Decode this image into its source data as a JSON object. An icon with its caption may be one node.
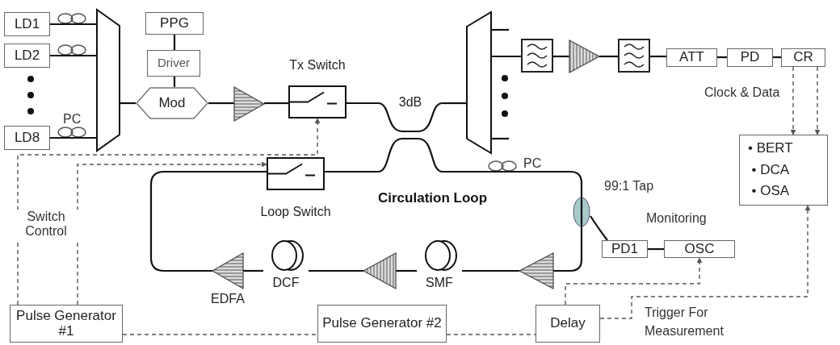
{
  "diagram": {
    "nodes": [
      {
        "text": [
          "LD1"
        ]
      },
      {
        "text": [
          "LD2"
        ]
      },
      {
        "text": [
          "LD8"
        ]
      },
      {
        "text": [],
        "shape": "trapezoid"
      },
      {
        "text": [
          "PPG"
        ]
      },
      {
        "text": [
          "Driver"
        ]
      },
      {
        "text": [
          "Mod"
        ]
      },
      {
        "text": [],
        "shape": "triangle"
      },
      {
        "text": [
          "Tx Switch"
        ]
      },
      {
        "text": [
          "3dB"
        ]
      },
      {
        "text": [],
        "shape": "trapezoid"
      },
      {
        "text": [],
        "shape": "box"
      },
      {
        "text": [],
        "shape": "triangle"
      },
      {
        "text": [],
        "shape": "box"
      },
      {
        "text": [
          "ATT"
        ]
      },
      {
        "text": [
          "PD"
        ]
      },
      {
        "text": [
          "CR"
        ]
      },
      {
        "text": [
          "• BERT",
          "• DCA",
          "• OSA"
        ]
      },
      {
        "text": [
          "Loop Switch"
        ]
      },
      {
        "text": [],
        "shape": "ellipse",
        "beside": [
          "99:1 Tap"
        ]
      },
      {
        "text": [
          "PD1"
        ]
      },
      {
        "text": [
          "OSC"
        ]
      },
      {
        "text": [
          "EDFA"
        ]
      },
      {
        "text": [
          "DCF"
        ]
      },
      {
        "text": [],
        "shape": "triangle"
      },
      {
        "text": [
          "SMF"
        ]
      },
      {
        "text": [],
        "shape": "triangle"
      },
      {
        "text": [
          "Pulse Generator #1"
        ]
      },
      {
        "text": [
          "Pulse Generator #2"
        ]
      },
      {
        "text": [
          "Delay"
        ]
      }
    ],
    "edges": [
      {
        "from": 0,
        "to": 3,
        "arrow": "none"
      },
      {
        "from": 1,
        "to": 3,
        "arrow": "none"
      },
      {
        "from": 2,
        "to": 3,
        "arrow": "none"
      },
      {
        "from": 3,
        "to": 6,
        "arrow": "none"
      },
      {
        "from": 4,
        "to": 5,
        "arrow": "none"
      },
      {
        "from": 5,
        "to": 6,
        "arrow": "none"
      },
      {
        "from": 6,
        "to": 7,
        "arrow": "none"
      },
      {
        "from": 7,
        "to": 8,
        "arrow": "none"
      },
      {
        "from": 8,
        "to": 9,
        "arrow": "none"
      },
      {
        "from": 9,
        "to": 10,
        "arrow": "none"
      },
      {
        "from": 10,
        "to": 11,
        "arrow": "none"
      },
      {
        "from": 11,
        "to": 12,
        "arrow": "none"
      },
      {
        "from": 12,
        "to": 13,
        "arrow": "none"
      },
      {
        "from": 13,
        "to": 14,
        "arrow": "none"
      },
      {
        "from": 14,
        "to": 15,
        "arrow": "none"
      },
      {
        "from": 15,
        "to": 16,
        "arrow": "none"
      },
      {
        "from": 16,
        "to": 17,
        "arrow": "to",
        "style": "dashed"
      },
      {
        "from": 16,
        "to": 17,
        "arrow": "to",
        "style": "dashed"
      },
      {
        "from": 9,
        "to": 19,
        "arrow": "none"
      },
      {
        "from": 19,
        "to": 26,
        "arrow": "none"
      },
      {
        "from": 26,
        "to": 25,
        "arrow": "none"
      },
      {
        "from": 25,
        "to": 24,
        "arrow": "none"
      },
      {
        "from": 24,
        "to": 23,
        "arrow": "none"
      },
      {
        "from": 23,
        "to": 22,
        "arrow": "none"
      },
      {
        "from": 22,
        "to": 18,
        "arrow": "none"
      },
      {
        "from": 18,
        "to": 9,
        "arrow": "none"
      },
      {
        "from": 19,
        "to": 20,
        "arrow": "none"
      },
      {
        "from": 20,
        "to": 21,
        "arrow": "none"
      },
      {
        "from": 27,
        "to": 8,
        "arrow": "to",
        "style": "dashed"
      },
      {
        "from": 27,
        "to": 18,
        "arrow": "to",
        "style": "dashed"
      },
      {
        "from": 27,
        "to": 28,
        "arrow": "none",
        "style": "dashed"
      },
      {
        "from": 28,
        "to": 29,
        "arrow": "none",
        "style": "dashed"
      },
      {
        "from": 29,
        "to": 21,
        "arrow": "to",
        "style": "dashed"
      },
      {
        "from": 29,
        "to": 17,
        "arrow": "to",
        "style": "dashed"
      }
    ],
    "labels": [
      "Clock & Data",
      "PC",
      "PC",
      "Circulation Loop",
      "Monitoring",
      "Switch Control",
      "Trigger For Measurement"
    ]
  }
}
